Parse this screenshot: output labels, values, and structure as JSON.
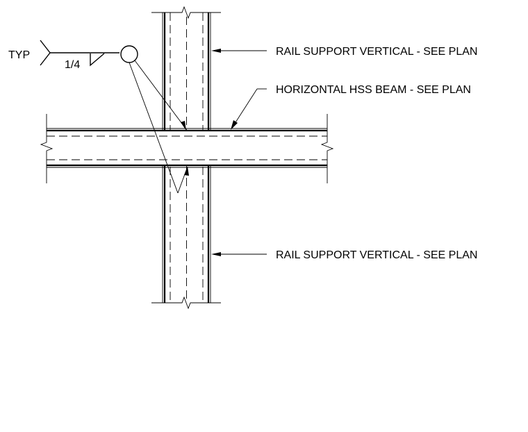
{
  "labels": {
    "typ": "TYP",
    "weld_size": "1/4",
    "rail_support_top": "RAIL SUPPORT VERTICAL - SEE PLAN",
    "horizontal_beam": "HORIZONTAL HSS BEAM - SEE PLAN",
    "rail_support_bottom": "RAIL SUPPORT VERTICAL - SEE PLAN"
  },
  "colors": {
    "line": "#000000",
    "background": "#ffffff"
  }
}
